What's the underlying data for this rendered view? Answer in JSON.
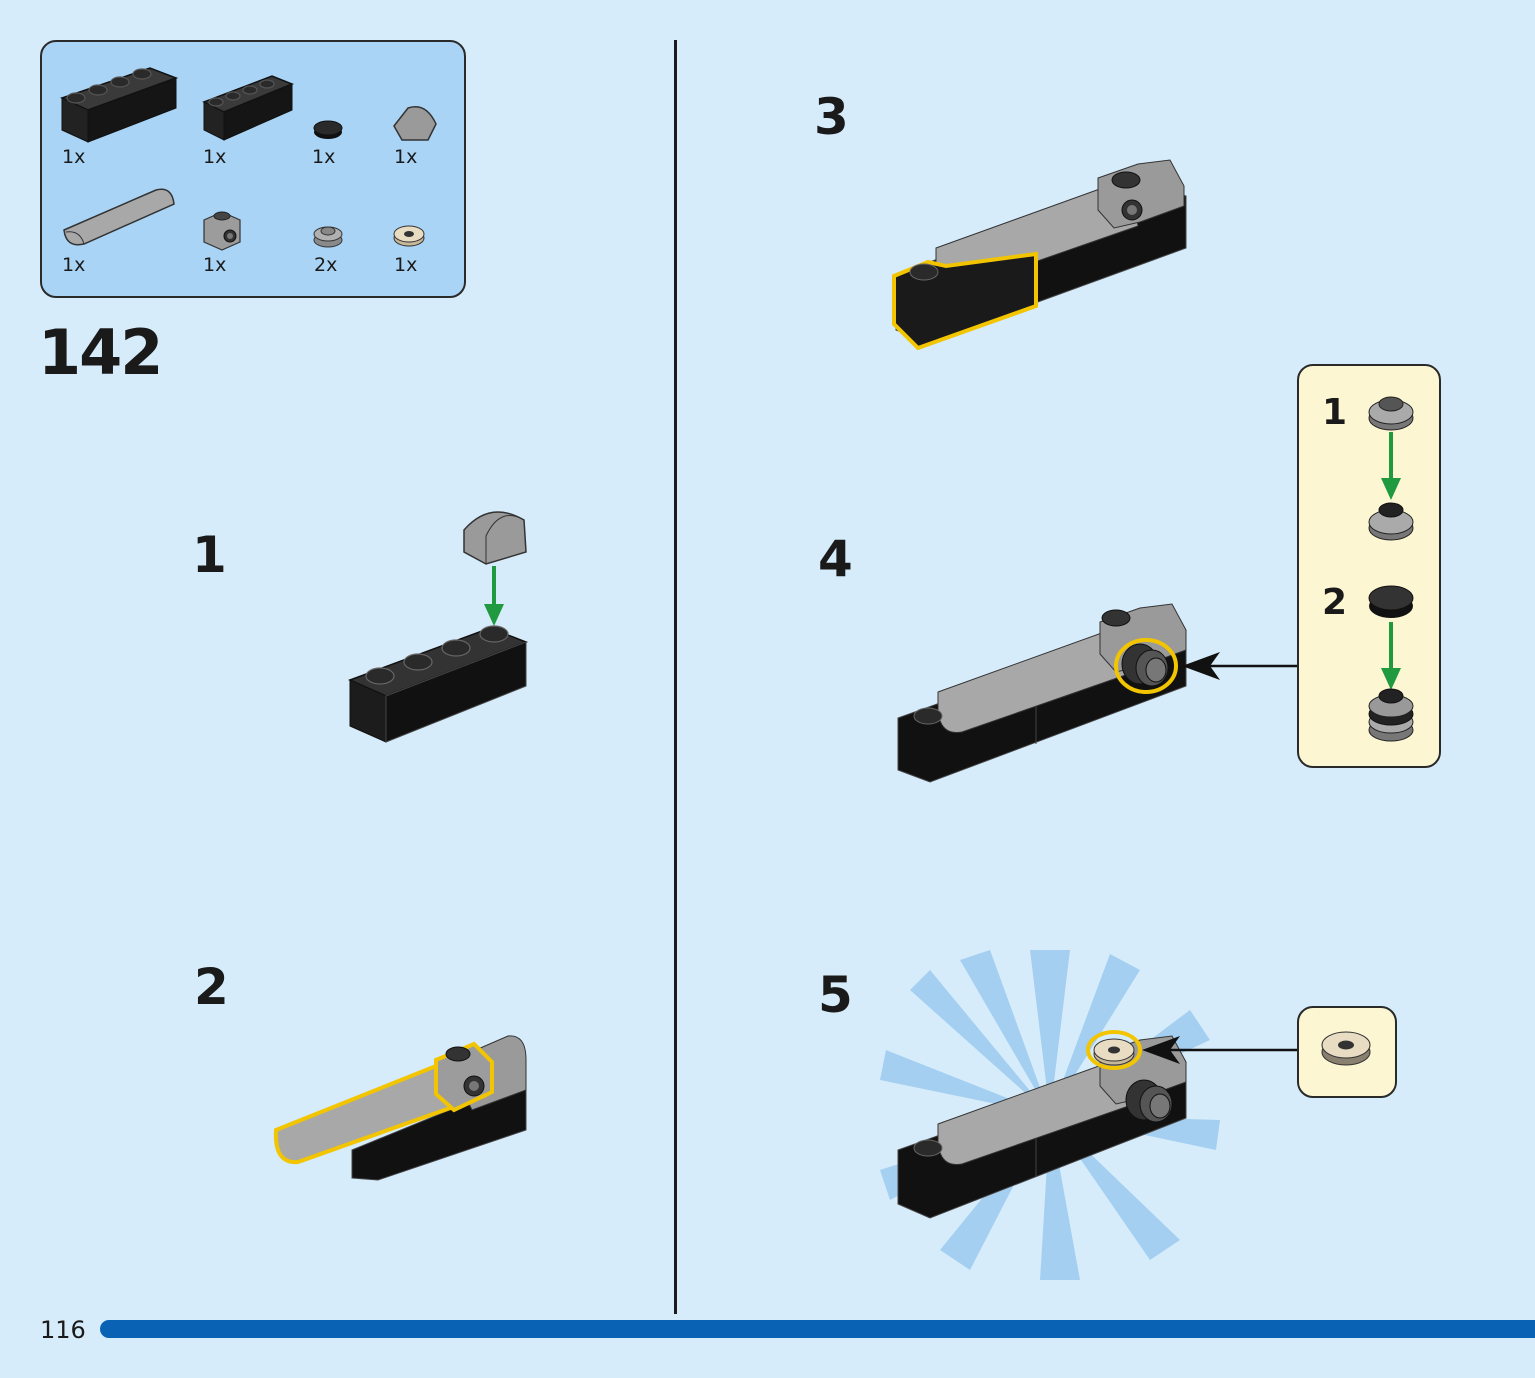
{
  "page": {
    "step_title": "142",
    "page_number": "116",
    "accent_color": "#0a62b5",
    "highlight_color": "#f2c500",
    "arrow_color": "#1f9a3e"
  },
  "parts_list": [
    {
      "name": "brick-1x4-black",
      "qty": "1x"
    },
    {
      "name": "brick-1x4-black",
      "qty": "1x"
    },
    {
      "name": "round-tile-black",
      "qty": "1x"
    },
    {
      "name": "curved-slope-grey",
      "qty": "1x"
    },
    {
      "name": "curved-tile-long-grey",
      "qty": "1x"
    },
    {
      "name": "brick-1x1-stud-side-grey",
      "qty": "1x"
    },
    {
      "name": "round-plate-grey",
      "qty": "2x"
    },
    {
      "name": "round-tile-hole-tan",
      "qty": "1x"
    }
  ],
  "steps": {
    "s1": "1",
    "s2": "2",
    "s3": "3",
    "s4": "4",
    "s5": "5"
  },
  "substeps": {
    "a": "1",
    "b": "2"
  }
}
